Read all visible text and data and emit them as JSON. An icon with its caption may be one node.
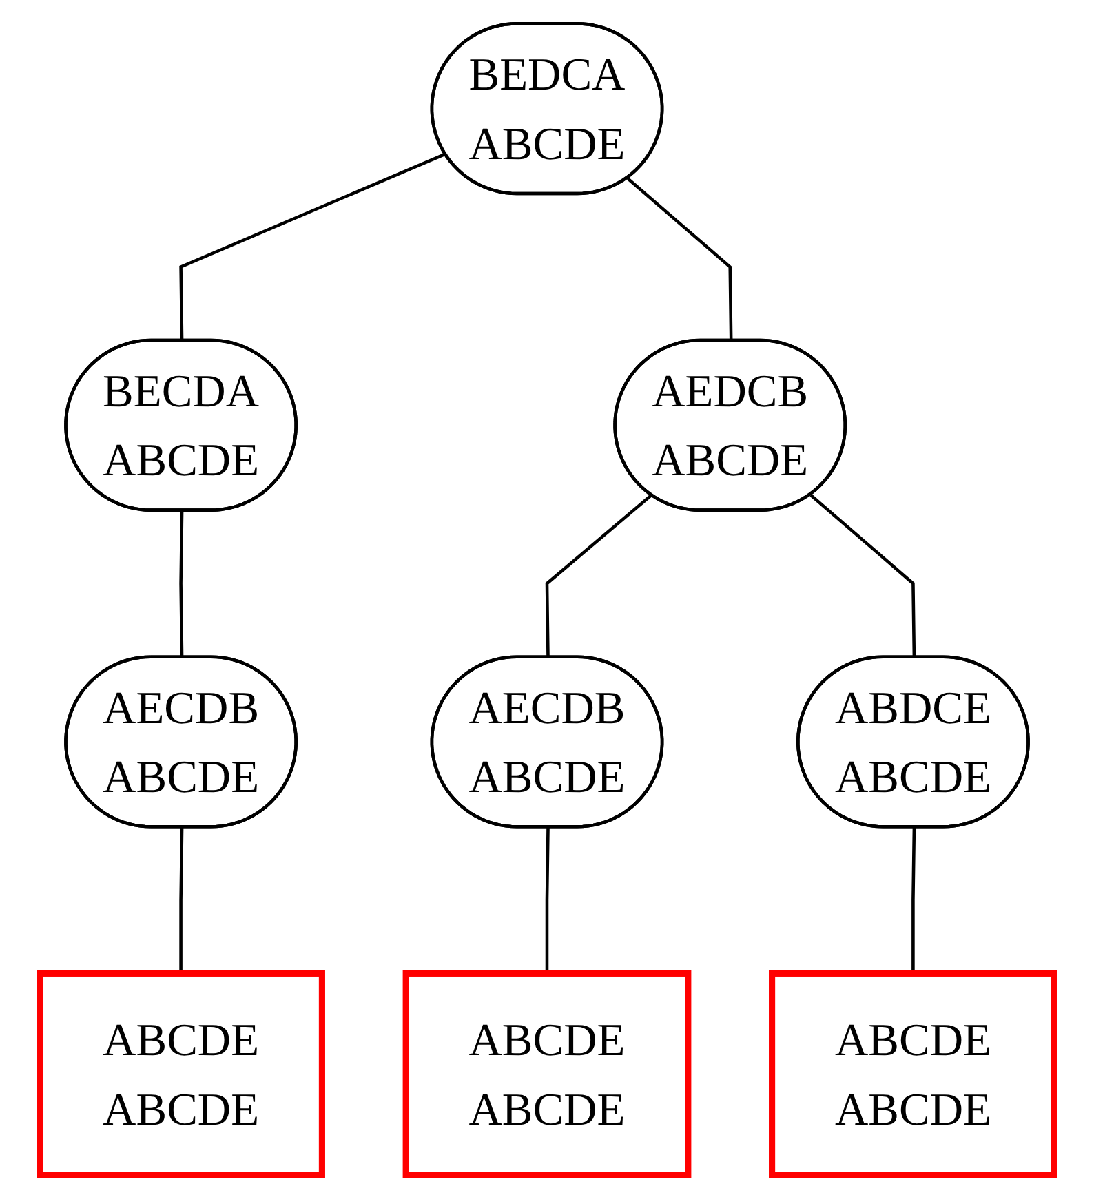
{
  "diagram": {
    "nodes": [
      {
        "text": [
          "BEDCA",
          "ABCDE"
        ]
      },
      {
        "text": [
          "BECDA",
          "ABCDE"
        ]
      },
      {
        "text": [
          "AEDCB",
          "ABCDE"
        ]
      },
      {
        "text": [
          "AECDB",
          "ABCDE"
        ]
      },
      {
        "text": [
          "AECDB",
          "ABCDE"
        ]
      },
      {
        "text": [
          "ABDCE",
          "ABCDE"
        ]
      },
      {
        "text": [
          "ABCDE",
          "ABCDE"
        ]
      },
      {
        "text": [
          "ABCDE",
          "ABCDE"
        ]
      },
      {
        "text": [
          "ABCDE",
          "ABCDE"
        ]
      }
    ],
    "edges": [
      {
        "from": 0,
        "to": 1,
        "arrow": "none"
      },
      {
        "from": 0,
        "to": 2,
        "arrow": "none"
      },
      {
        "from": 1,
        "to": 3,
        "arrow": "none"
      },
      {
        "from": 2,
        "to": 4,
        "arrow": "none"
      },
      {
        "from": 2,
        "to": 5,
        "arrow": "none"
      },
      {
        "from": 3,
        "to": 6,
        "arrow": "none"
      },
      {
        "from": 4,
        "to": 7,
        "arrow": "none"
      },
      {
        "from": 5,
        "to": 8,
        "arrow": "none"
      }
    ]
  }
}
